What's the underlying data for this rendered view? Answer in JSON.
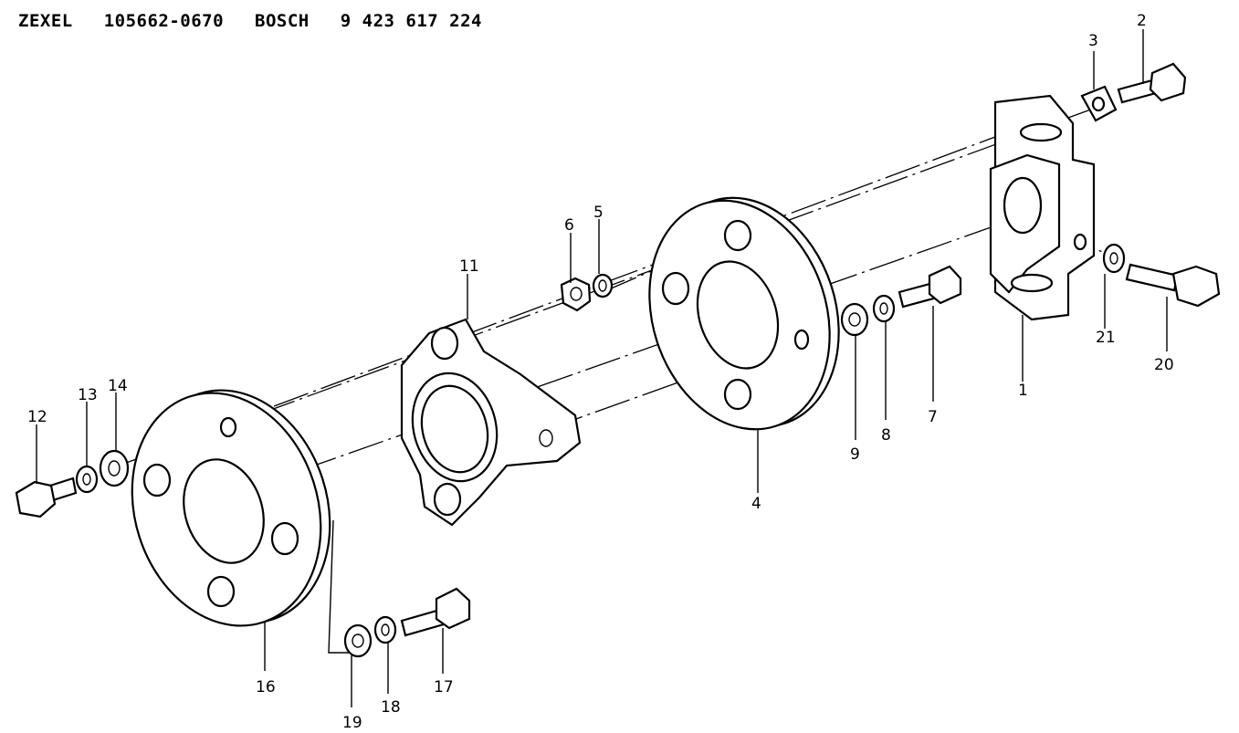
{
  "header": {
    "brand1": "ZEXEL",
    "part1": "105662-0670",
    "brand2": "BOSCH",
    "part2": "9 423 617 224"
  },
  "labels": {
    "p1": "1",
    "p2": "2",
    "p3": "3",
    "p4": "4",
    "p5": "5",
    "p6": "6",
    "p7": "7",
    "p8": "8",
    "p9": "9",
    "p11": "11",
    "p12": "12",
    "p13": "13",
    "p14": "14",
    "p16": "16",
    "p17": "17",
    "p18": "18",
    "p19": "19",
    "p20": "20",
    "p21": "21"
  }
}
